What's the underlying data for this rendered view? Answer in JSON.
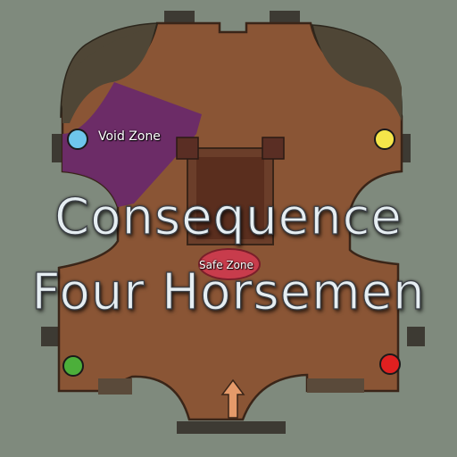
{
  "title": {
    "line1": "Consequence",
    "line2": "Four Horsemen"
  },
  "labels": {
    "void_zone": "Void Zone",
    "safe_zone": "Safe Zone"
  },
  "markers": {
    "top_left": {
      "color": "#6ec6ec",
      "icon": "blue-circle-marker"
    },
    "top_right": {
      "color": "#f5e64a",
      "icon": "yellow-circle-marker"
    },
    "bottom_left": {
      "color": "#4caf3a",
      "icon": "green-circle-marker"
    },
    "bottom_right": {
      "color": "#e02020",
      "icon": "red-circle-marker"
    }
  },
  "colors": {
    "background": "#7f8a7d",
    "floor": "#8a5535",
    "outline": "#3a2518",
    "void_zone": "#6a2a6a",
    "safe_zone": "#c83c4c",
    "entrance_arrow": "#e59a6a",
    "rock": "#4f4636"
  },
  "icons": {
    "entrance_arrow": "up-arrow-icon"
  }
}
